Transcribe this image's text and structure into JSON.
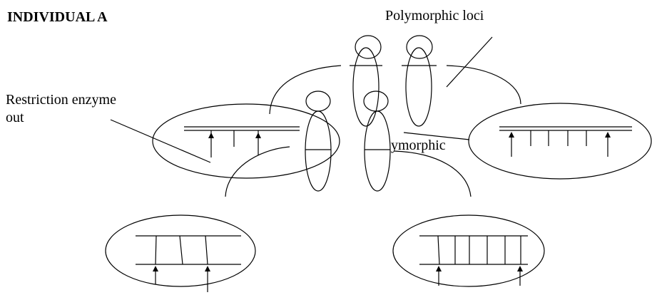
{
  "title": "INDIVIDUAL A",
  "labels": {
    "polymorphic_loci": "Polymorphic loci",
    "restriction_enzyme_line1": "Restriction enzyme",
    "restriction_enzyme_line2": "out",
    "polymorphic_partial": "ymorphic"
  },
  "colors": {
    "stroke": "#000000",
    "background": "#ffffff"
  }
}
